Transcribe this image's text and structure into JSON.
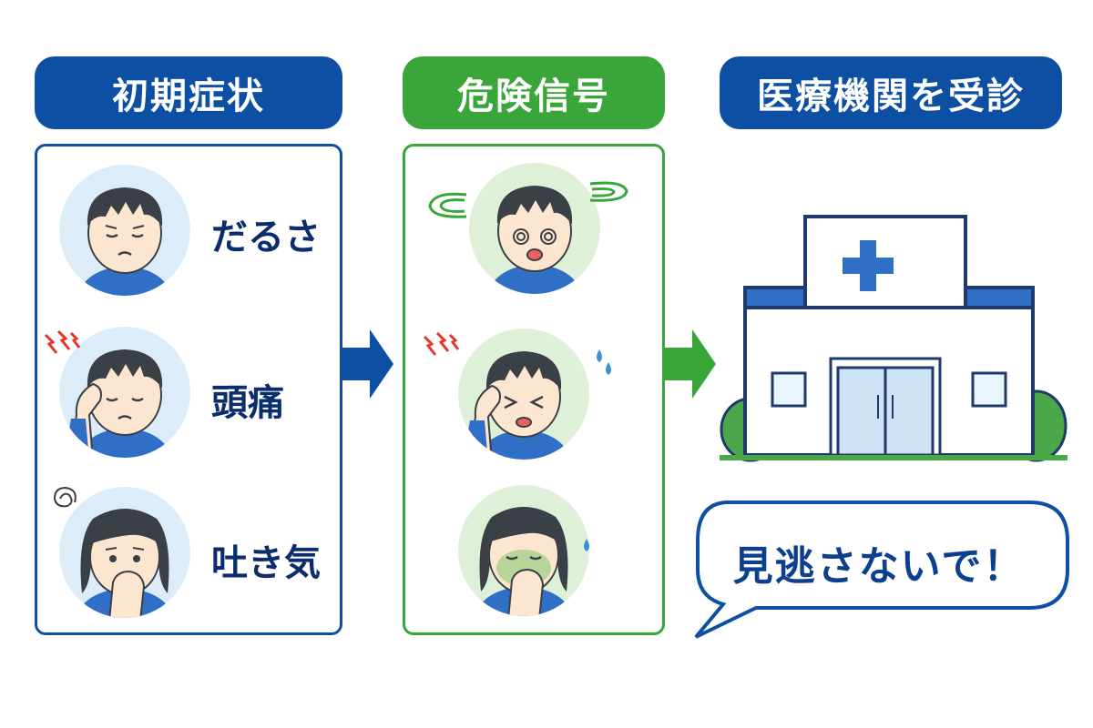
{
  "columns": [
    {
      "header": "初期症状",
      "symptoms": [
        {
          "label": "だるさ",
          "icon": "tired-face-icon"
        },
        {
          "label": "頭痛",
          "icon": "headache-face-icon"
        },
        {
          "label": "吐き気",
          "icon": "nausea-face-icon"
        }
      ]
    },
    {
      "header": "危険信号",
      "symptoms": [
        {
          "icon": "dizzy-face-icon"
        },
        {
          "icon": "severe-headache-face-icon"
        },
        {
          "icon": "severe-nausea-face-icon"
        }
      ]
    },
    {
      "header": "医療機関を受診",
      "icon": "hospital-icon"
    }
  ],
  "speech_bubble": "見逃さないで！",
  "colors": {
    "blue": "#0d4fa3",
    "green": "#3aa63a",
    "navy_text": "#0b2d6b",
    "light_blue_circle": "#dcecf9",
    "light_green_circle": "#dff0d8",
    "skin": "#fde6cf",
    "hair": "#3b3f46",
    "shirt": "#2f6fc6",
    "pain_red": "#e8362b"
  }
}
